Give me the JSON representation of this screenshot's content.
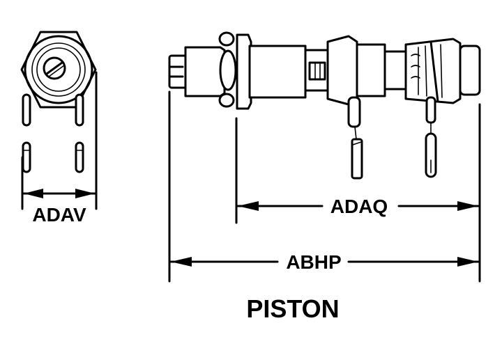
{
  "title": "PISTON",
  "dimensions": {
    "end_view_width": "ADAV",
    "body_length": "ADAQ",
    "overall_length": "ABHP"
  }
}
